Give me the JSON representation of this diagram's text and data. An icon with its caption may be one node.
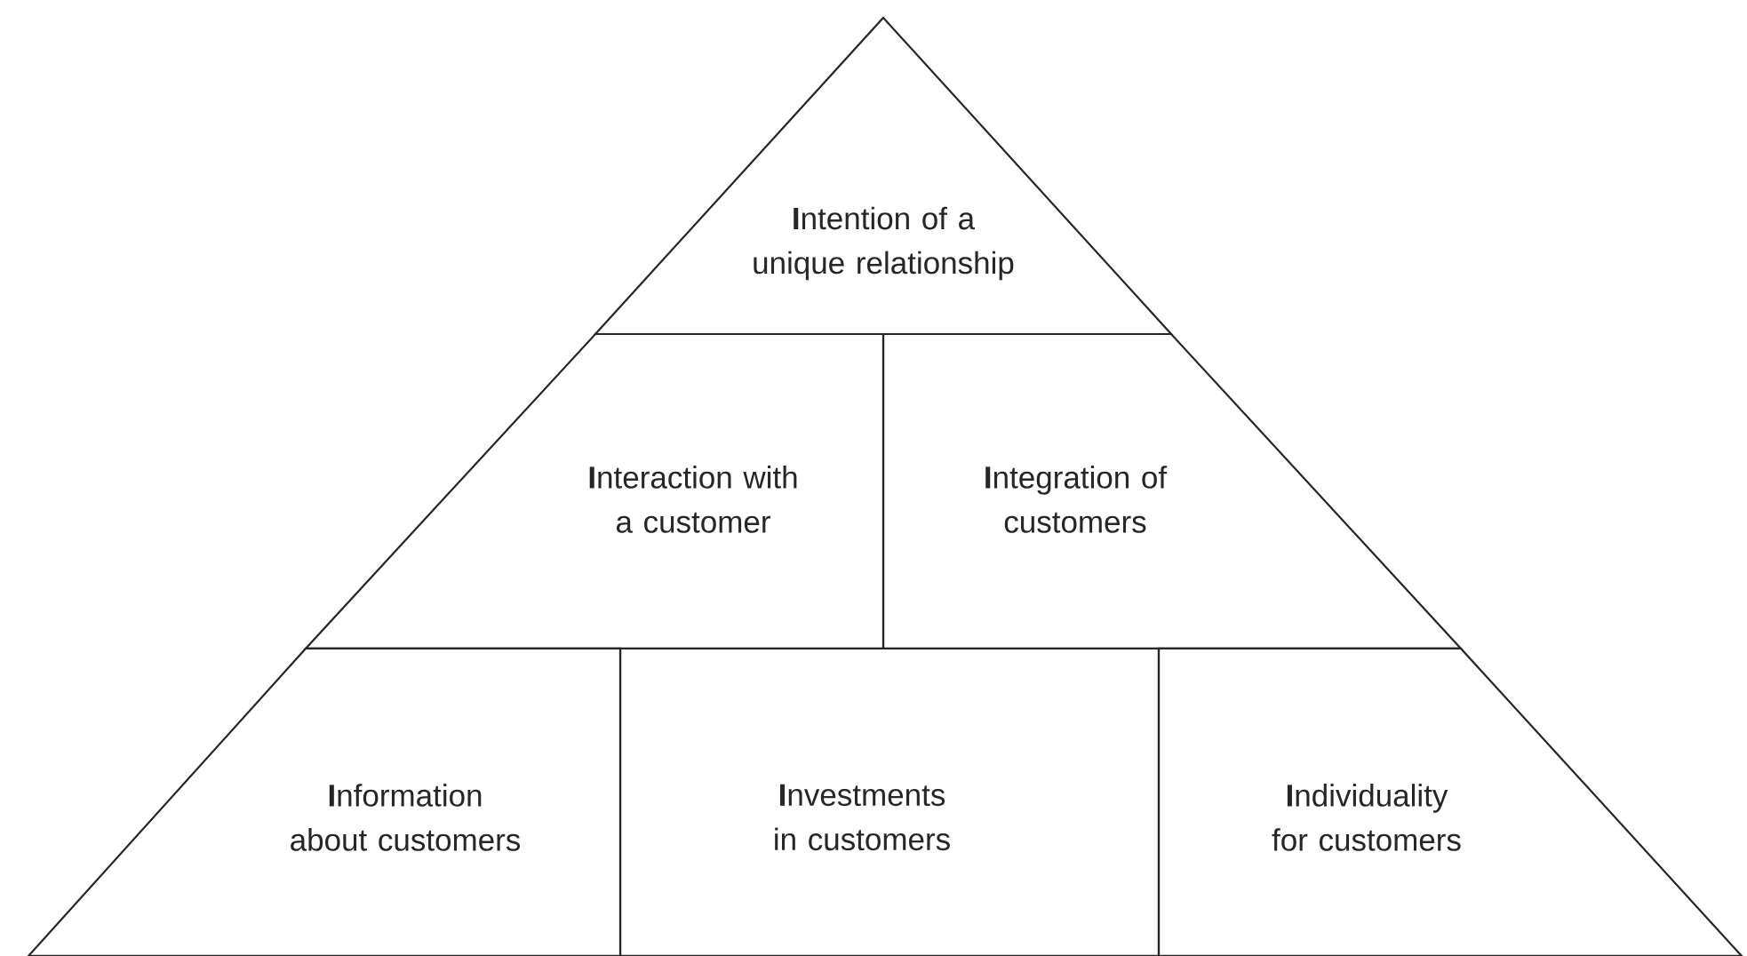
{
  "diagram": {
    "nodes": [
      {
        "text": [
          "**I**ntention of a unique relationship"
        ]
      },
      {
        "text": [
          "**I**nteraction with a customer"
        ]
      },
      {
        "text": [
          "**I**ntegration of customers"
        ]
      },
      {
        "text": [
          "**I**nformation about customers"
        ]
      },
      {
        "text": [
          "**I**nvestments in customers"
        ]
      },
      {
        "text": [
          "**I**ndividuality for customers"
        ]
      }
    ],
    "edges": []
  }
}
